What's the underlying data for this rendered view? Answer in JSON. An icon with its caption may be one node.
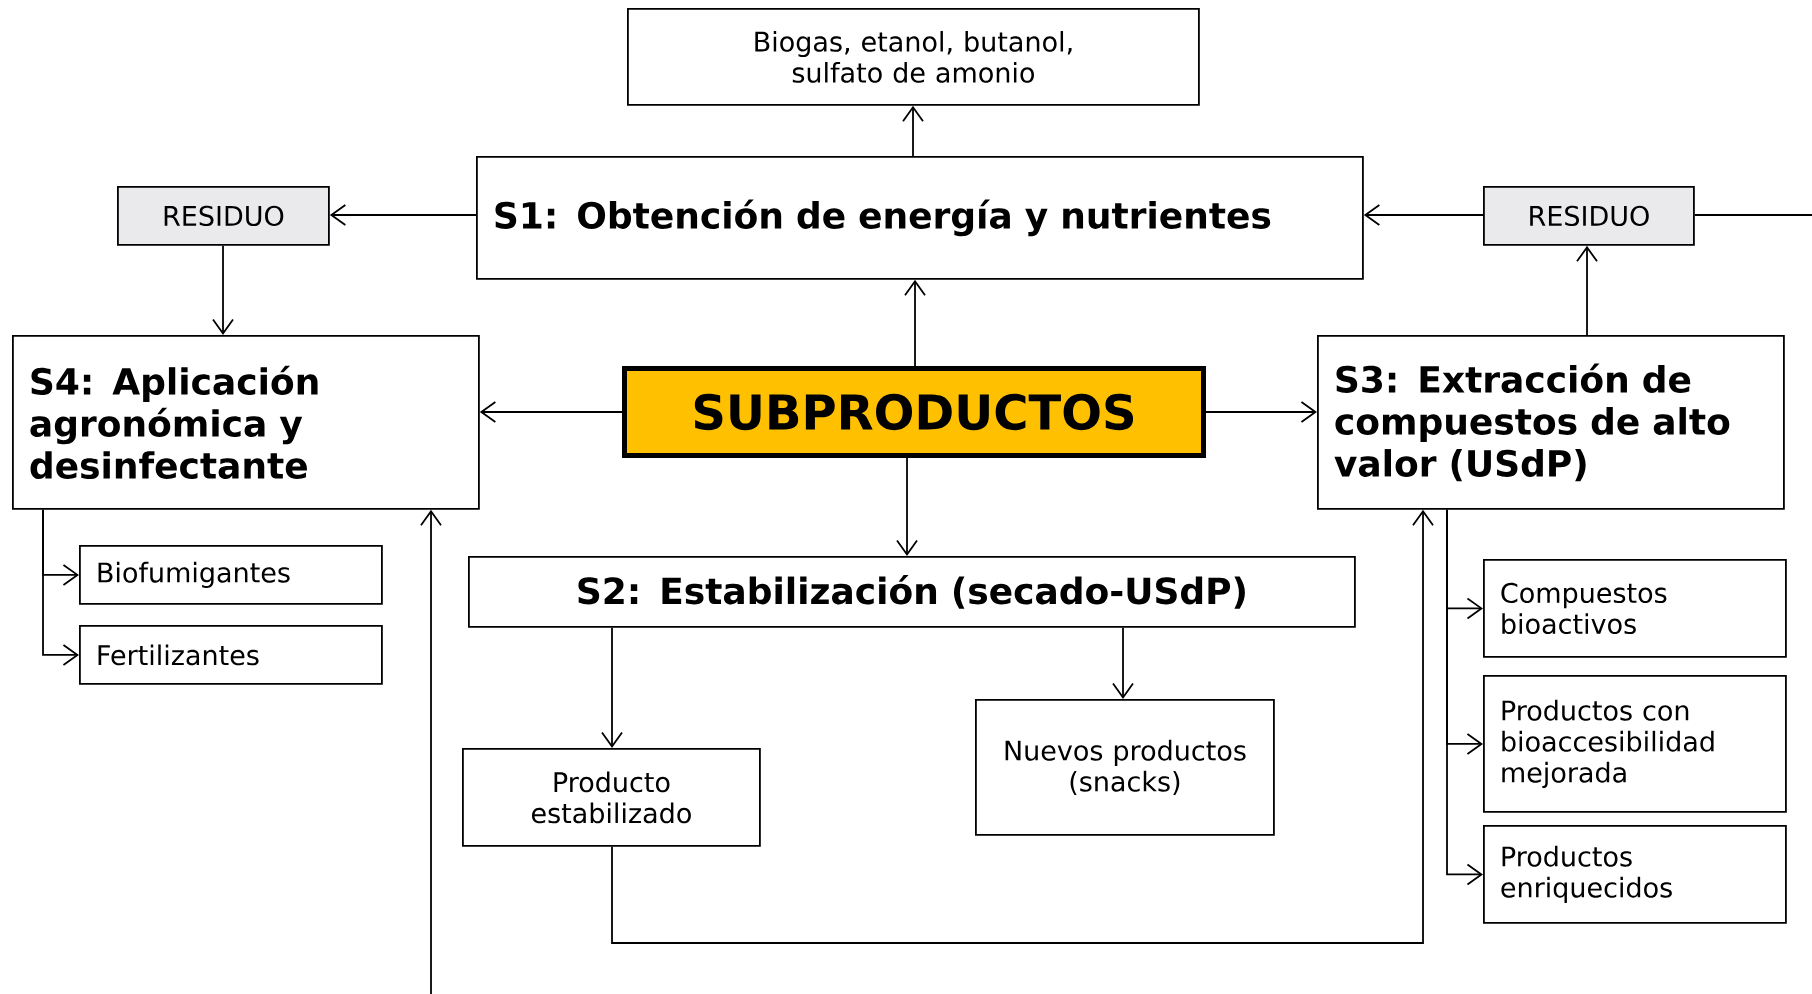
{
  "diagram": {
    "nodes": [
      {
        "text": [
          "Biogas, etanol, butanol, sulfato de amonio"
        ]
      },
      {
        "text": [
          "S1: Obtención de energía y nutrientes"
        ]
      },
      {
        "text": [
          "RESIDUO"
        ]
      },
      {
        "text": [
          "RESIDUO"
        ]
      },
      {
        "text": [
          "S4: Aplicación agronómica y desinfectante"
        ]
      },
      {
        "text": [
          "SUBPRODUCTOS"
        ]
      },
      {
        "text": [
          "S3: Extracción de compuestos de alto valor (USdP)"
        ]
      },
      {
        "text": [
          "S2: Estabilización (secado-USdP)"
        ]
      },
      {
        "text": [
          "Biofumigantes"
        ]
      },
      {
        "text": [
          "Fertilizantes"
        ]
      },
      {
        "text": [
          "Producto estabilizado"
        ]
      },
      {
        "text": [
          "Nuevos productos (snacks)"
        ]
      },
      {
        "text": [
          "Compuestos bioactivos"
        ]
      },
      {
        "text": [
          "Productos con bioaccesibilidad mejorada"
        ]
      },
      {
        "text": [
          "Productos enriquecidos"
        ]
      }
    ],
    "edges": [
      {
        "from": 1,
        "to": 0,
        "arrow": "to"
      },
      {
        "from": 1,
        "to": 2,
        "arrow": "to"
      },
      {
        "from": 2,
        "to": 4,
        "arrow": "to"
      },
      {
        "from": 3,
        "to": 1,
        "arrow": "to"
      },
      {
        "from": 3,
        "to": null,
        "arrow": "none"
      },
      {
        "from": 5,
        "to": 1,
        "arrow": "to"
      },
      {
        "from": 5,
        "to": 4,
        "arrow": "to"
      },
      {
        "from": 5,
        "to": 6,
        "arrow": "to"
      },
      {
        "from": 5,
        "to": 7,
        "arrow": "to"
      },
      {
        "from": 6,
        "to": 3,
        "arrow": "to"
      },
      {
        "from": 7,
        "to": 10,
        "arrow": "to"
      },
      {
        "from": 7,
        "to": 11,
        "arrow": "to"
      },
      {
        "from": 4,
        "to": 8,
        "arrow": "to"
      },
      {
        "from": 4,
        "to": 9,
        "arrow": "to"
      },
      {
        "from": 6,
        "to": 12,
        "arrow": "to"
      },
      {
        "from": 6,
        "to": 13,
        "arrow": "to"
      },
      {
        "from": 6,
        "to": 14,
        "arrow": "to"
      },
      {
        "from": 10,
        "to": 6,
        "arrow": "to"
      },
      {
        "from": null,
        "to": 4,
        "arrow": "to"
      }
    ]
  }
}
